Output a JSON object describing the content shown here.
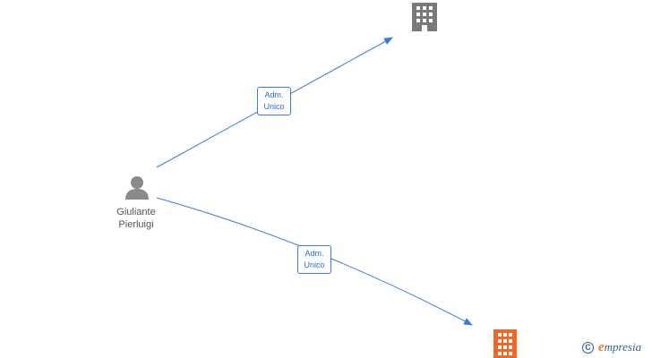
{
  "person": {
    "name_line1": "Giuliante",
    "name_line2": "Pierluigi"
  },
  "edges": [
    {
      "label_line1": "Adm.",
      "label_line2": "Unico"
    },
    {
      "label_line1": "Adm.",
      "label_line2": "Unico"
    }
  ],
  "brand": {
    "copyright_symbol": "C",
    "first_letter": "e",
    "rest": "mpresia"
  },
  "colors": {
    "edge": "#3a7bd5",
    "person_icon": "#8a8a8a",
    "company_1": "#7a7a7a",
    "company_2": "#f26522",
    "brand": "#2f5f8f",
    "brand_accent": "#f07a2a"
  },
  "icons": {
    "person": "person-icon",
    "company_1": "building-icon",
    "company_2": "building-icon"
  }
}
